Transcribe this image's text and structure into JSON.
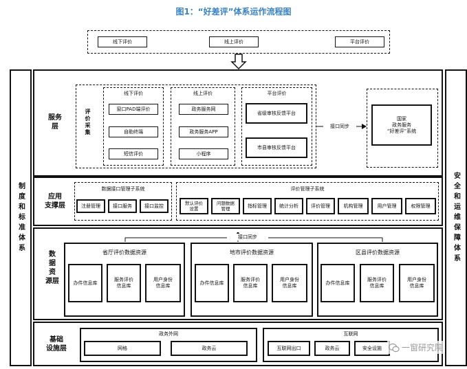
{
  "title": "图1：“好差评”体系运作流程图",
  "top_channels": [
    "线下评价",
    "线上评价",
    "平台评价"
  ],
  "left_vertical": "制度和标准体系",
  "right_vertical": "安全和运维保障体系",
  "service_layer": {
    "label_line1": "服务",
    "label_line2": "层",
    "collect_label": "评价采集",
    "offline": {
      "title": "线下评价",
      "items": [
        "窗口PAD端评价",
        "自助终端",
        "短信评价"
      ]
    },
    "online": {
      "title": "线上评价",
      "items": [
        "政务服务网",
        "政务服务APP",
        "小程序"
      ]
    },
    "platform": {
      "title": "平台评价",
      "items": [
        "省级审核反馈平台",
        "市县审核反馈平台"
      ]
    },
    "sync_label": "接口同步",
    "national_line1": "国家",
    "national_line2": "政务服务",
    "national_line3": "“好差评”系统"
  },
  "app_layer": {
    "label_line1": "应用",
    "label_line2": "支撑层",
    "data_interface": {
      "title": "数据接口管理子系统",
      "items": [
        "注册管理",
        "接口服务",
        "接口监控"
      ]
    },
    "eval_mgmt": {
      "title": "评价管理子系统",
      "item0_line1": "默认评价",
      "item0_line2": "设置",
      "item1_line1": "问题数据",
      "item1_line2": "管理",
      "items": [
        "指标管理",
        "统计分析",
        "评价管理",
        "机构管理",
        "用户管理",
        "权限管理"
      ]
    }
  },
  "data_layer": {
    "label_line1": "数",
    "label_line2": "据",
    "label_line3": "资",
    "label_line4": "源层",
    "sync_label": "接口同步",
    "groups": [
      {
        "title": "省厅评价数据资源",
        "db1": "办件信息库",
        "db2a": "服务评价",
        "db2b": "信息库",
        "db3a": "用户身份",
        "db3b": "信息库"
      },
      {
        "title": "地市评价数据资源",
        "db1": "办件信息库",
        "db2a": "服务评价",
        "db2b": "信息库",
        "db3a": "用户身份",
        "db3b": "信息库"
      },
      {
        "title": "区县评价数据资源",
        "db1": "办件信息库",
        "db2a": "服务评价",
        "db2b": "信息库",
        "db3a": "用户身份",
        "db3b": "信息库"
      }
    ]
  },
  "infra_layer": {
    "label_line1": "基础",
    "label_line2": "设施层",
    "gov_net": {
      "title": "政务外网",
      "items": [
        "网格",
        "政务云"
      ]
    },
    "internet": {
      "title": "互联网",
      "items": [
        "互联网出口",
        "政务云",
        "安全设施"
      ]
    }
  },
  "watermark": "一窗研究院"
}
